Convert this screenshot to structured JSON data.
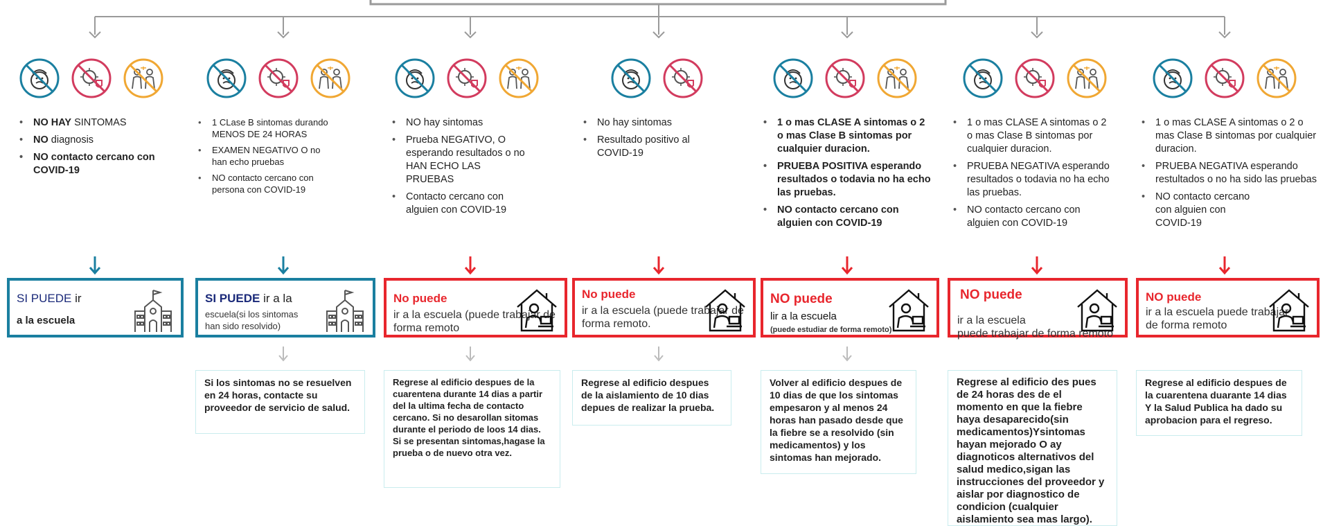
{
  "columns": [
    {
      "icons": [
        "fever-symptom-icon",
        "virus-shield-icon",
        "close-contact-icon"
      ],
      "criteria": [
        {
          "lead": "NO HAY",
          "rest": " SINTOMAS"
        },
        {
          "lead": "NO",
          "rest": " diagnosis"
        },
        {
          "lead": "NO",
          "rest": " contacto cercano con COVID-19"
        }
      ],
      "decision": {
        "accent": "teal",
        "line1_bold": "SI PUEDE",
        "line1_rest": " ir",
        "line2": "a la escuela",
        "image": "school-icon"
      },
      "next_step": ""
    },
    {
      "icons": [
        "fever-symptom-icon",
        "virus-shield-icon",
        "close-contact-icon"
      ],
      "criteria": [
        {
          "lead": "",
          "rest": "1 CLase B sintomas durando MENOS DE 24 HORAS"
        },
        {
          "lead": "",
          "rest": "EXAMEN NEGATIVO O no han echo pruebas"
        },
        {
          "lead": "",
          "rest": "NO contacto cercano con persona con COVID-19"
        }
      ],
      "decision": {
        "accent": "teal",
        "line1_bold": "SI PUEDE",
        "line1_rest": " ir a la",
        "line2": "escuela(si los sintomas han sido resolvido)",
        "image": "school-icon"
      },
      "next_step": "Si los sintomas no se resuelven en 24 horas, contacte su proveedor de servicio de salud."
    },
    {
      "icons": [
        "fever-symptom-icon",
        "virus-shield-icon",
        "close-contact-icon"
      ],
      "criteria": [
        {
          "lead": "",
          "rest": "NO hay sintomas"
        },
        {
          "lead": "",
          "rest": "Prueba NEGATIVO, O esperando resultados o no HAN ECHO LAS PRUEBAS"
        },
        {
          "lead": "",
          "rest": "Contacto cercano con alguien con COVID-19"
        }
      ],
      "decision": {
        "accent": "red",
        "line1_bold": "No puede",
        "line1_rest": "",
        "line2": "ir a la escuela (puede trabajar de forma remoto",
        "image": "remote-work-house-icon"
      },
      "next_step": "Regrese al edificio despues de la cuarentena durante 14 dias a partir del la ultima fecha de contacto cercano. Si no desarollan sitomas durante el periodo de loos 14 dias. Si se presentan sintomas,hagase la prueba o de nuevo otra vez."
    },
    {
      "icons": [
        "fever-symptom-icon",
        "virus-shield-icon"
      ],
      "criteria": [
        {
          "lead": "",
          "rest": "No hay sintomas"
        },
        {
          "lead": "",
          "rest": "Resultado positivo al COVID-19"
        }
      ],
      "decision": {
        "accent": "red",
        "line1_bold": "No puede",
        "line1_rest": "",
        "line2": "ir a la escuela (puede trabajar de forma remoto.",
        "image": "remote-work-house-icon"
      },
      "next_step": "Regrese al edificio despues de la aislamiento de 10 dias depues de realizar la prueba."
    },
    {
      "icons": [
        "fever-symptom-icon",
        "virus-shield-icon",
        "close-contact-icon"
      ],
      "criteria": [
        {
          "lead": "",
          "rest": "1 o mas CLASE A sintomas o 2 o mas Clase B sintomas por cualquier duracion."
        },
        {
          "lead": "",
          "rest": "PRUEBA POSITIVA esperando resultados o todavia no ha echo las pruebas."
        },
        {
          "lead": "",
          "rest": "NO contacto cercano con alguien con COVID-19"
        }
      ],
      "decision": {
        "accent": "red",
        "line1_bold": "NO puede",
        "line1_rest": "",
        "line2": "lir a la escuela",
        "line3": "(puede estudiar de forma remoto)",
        "image": "remote-work-house-icon"
      },
      "next_step": "Volver al edificio despues de 10 dias de que los sintomas empesaron y al menos 24 horas han pasado desde que la fiebre se a resolvido (sin medicamentos) y los sintomas han mejorado."
    },
    {
      "icons": [
        "fever-symptom-icon",
        "virus-shield-icon",
        "close-contact-icon"
      ],
      "criteria": [
        {
          "lead": "",
          "rest": "1 o mas CLASE A sintomas o 2 o mas Clase B sintomas por cualquier duracion."
        },
        {
          "lead": "",
          "rest": "PRUEBA NEGATIVA esperando resultados o todavia no ha echo las pruebas."
        },
        {
          "lead": "",
          "rest": "NO contacto cercano con alguien con COVID-19"
        }
      ],
      "decision": {
        "accent": "red",
        "line1_bold": "NO puede",
        "line1_rest": "",
        "line2": "ir a la escuela",
        "line3": "puede trabajar de forma remoto",
        "image": "remote-work-house-icon"
      },
      "next_step": "Regrese al edificio des pues de 24 horas des de el momento en que la fiebre haya desaparecido(sin medicamentos)Ysintomas hayan mejorado O ay diagnoticos alternativos del salud medico,sigan las instrucciones del proveedor y aislar por diagnostico de condicion (cualquier aislamiento sea mas largo)."
    },
    {
      "icons": [
        "fever-symptom-icon",
        "virus-shield-icon",
        "close-contact-icon"
      ],
      "criteria": [
        {
          "lead": "",
          "rest": "1 o mas CLASE A sintomas o 2 o mas Clase B sintomas por cualquier duracion."
        },
        {
          "lead": "",
          "rest": "PRUEBA NEGATIVA esperando restultados o no ha sido las pruebas"
        },
        {
          "lead": "",
          "rest": "NO contacto cercano con alguien con COVID-19"
        }
      ],
      "decision": {
        "accent": "red",
        "line1_bold": "NO puede",
        "line1_rest": "",
        "line2": "ir a la escuela puede trabajar de forma remoto",
        "image": "remote-work-house-icon"
      },
      "next_step": "Regrese al edificio despues de la cuarentena duarante 14 dias Y la Salud Publica ha dado su aprobacion para el regreso."
    }
  ],
  "colors": {
    "teal": "#1a7fa0",
    "red": "#e8262d",
    "gray": "#9a9a9a",
    "pink": "#d23b5e",
    "orange": "#f0a733",
    "next_border": "#c9ecee"
  }
}
